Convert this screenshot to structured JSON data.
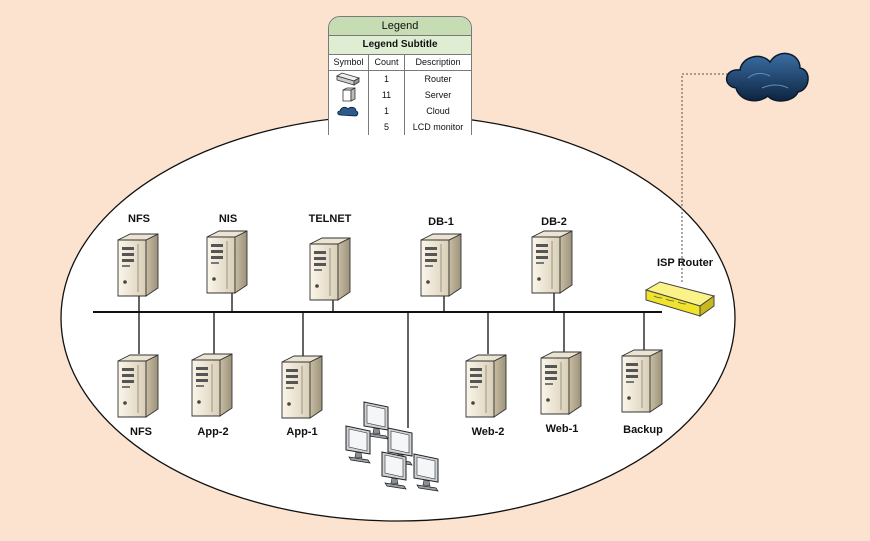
{
  "legend": {
    "title": "Legend",
    "subtitle": "Legend Subtitle",
    "headers": [
      "Symbol",
      "Count",
      "Description"
    ],
    "rows": [
      {
        "icon": "router-icon",
        "count": "1",
        "description": "Router"
      },
      {
        "icon": "server-icon",
        "count": "11",
        "description": "Server"
      },
      {
        "icon": "cloud-icon",
        "count": "1",
        "description": "Cloud"
      },
      {
        "icon": "lcd-monitor-icon",
        "count": "5",
        "description": "LCD monitor"
      }
    ]
  },
  "nodes": {
    "top_servers": [
      "NFS",
      "NIS",
      "TELNET",
      "DB-1",
      "DB-2"
    ],
    "bottom_servers": [
      "NFS",
      "App-2",
      "App-1",
      "Web-2",
      "Web-1",
      "Backup"
    ],
    "router": "ISP Router"
  },
  "colors": {
    "background": "#fbe3cf",
    "legend_title_fill": "#c6dcb3",
    "legend_subtitle_fill": "#dfeed3",
    "router": "#f5ea3a",
    "cloud": "#1e3f66"
  }
}
